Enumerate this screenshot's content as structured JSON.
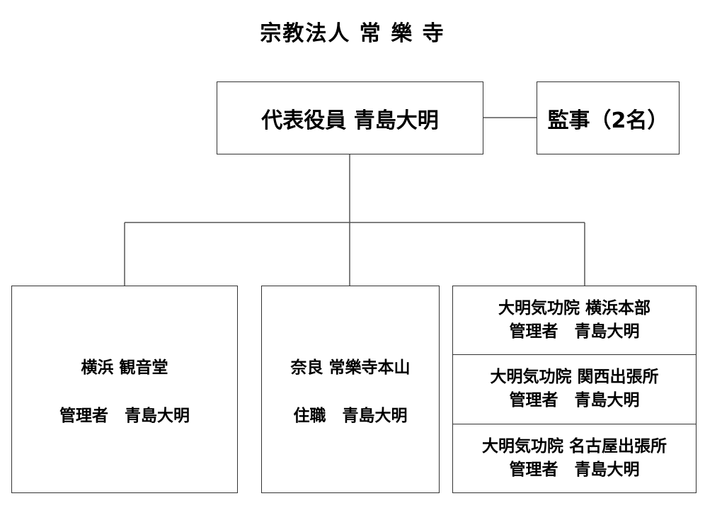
{
  "title": "宗教法人 常 樂 寺",
  "representative": {
    "label": "代表役員 青島大明"
  },
  "auditor": {
    "label": "監事（2名）"
  },
  "branches": {
    "yokohama_kannondo": {
      "name": "横浜 観音堂",
      "role": "管理者　青島大明"
    },
    "nara_honzan": {
      "name": "奈良 常樂寺本山",
      "role": "住職　青島大明"
    },
    "kikoin": [
      {
        "name": "大明気功院 横浜本部",
        "role": "管理者　青島大明"
      },
      {
        "name": "大明気功院 関西出張所",
        "role": "管理者　青島大明"
      },
      {
        "name": "大明気功院 名古屋出張所",
        "role": "管理者　青島大明"
      }
    ]
  },
  "colors": {
    "line": "#555555",
    "border": "#333333",
    "text": "#000000",
    "background": "#ffffff"
  }
}
